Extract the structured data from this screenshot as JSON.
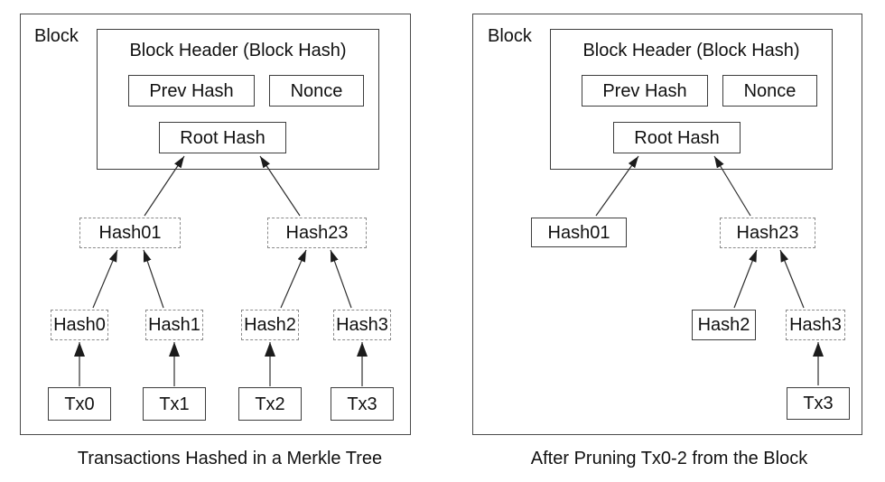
{
  "colors": {
    "background": "#ffffff",
    "solid_border": "#3d3d3d",
    "dashed_border": "#8a8a8a",
    "arrow": "#2e2e2e",
    "text": "#111111"
  },
  "left_panel": {
    "block_label": "Block",
    "header_title": "Block Header (Block Hash)",
    "prev_hash": "Prev Hash",
    "nonce": "Nonce",
    "root_hash": "Root Hash",
    "hash01": "Hash01",
    "hash23": "Hash23",
    "hash0": "Hash0",
    "hash1": "Hash1",
    "hash2": "Hash2",
    "hash3": "Hash3",
    "tx0": "Tx0",
    "tx1": "Tx1",
    "tx2": "Tx2",
    "tx3": "Tx3",
    "caption": "Transactions Hashed in a Merkle Tree",
    "edges": [
      "Hash01 -> Root Hash",
      "Hash23 -> Root Hash",
      "Hash0 -> Hash01",
      "Hash1 -> Hash01",
      "Hash2 -> Hash23",
      "Hash3 -> Hash23",
      "Tx0 -> Hash0",
      "Tx1 -> Hash1",
      "Tx2 -> Hash2",
      "Tx3 -> Hash3"
    ]
  },
  "right_panel": {
    "block_label": "Block",
    "header_title": "Block Header (Block Hash)",
    "prev_hash": "Prev Hash",
    "nonce": "Nonce",
    "root_hash": "Root Hash",
    "hash01": "Hash01",
    "hash23": "Hash23",
    "hash2": "Hash2",
    "hash3": "Hash3",
    "tx3": "Tx3",
    "caption": "After Pruning Tx0-2 from the Block",
    "edges": [
      "Hash01 -> Root Hash",
      "Hash23 -> Root Hash",
      "Hash2 -> Hash23",
      "Hash3 -> Hash23",
      "Tx3 -> Hash3"
    ]
  }
}
